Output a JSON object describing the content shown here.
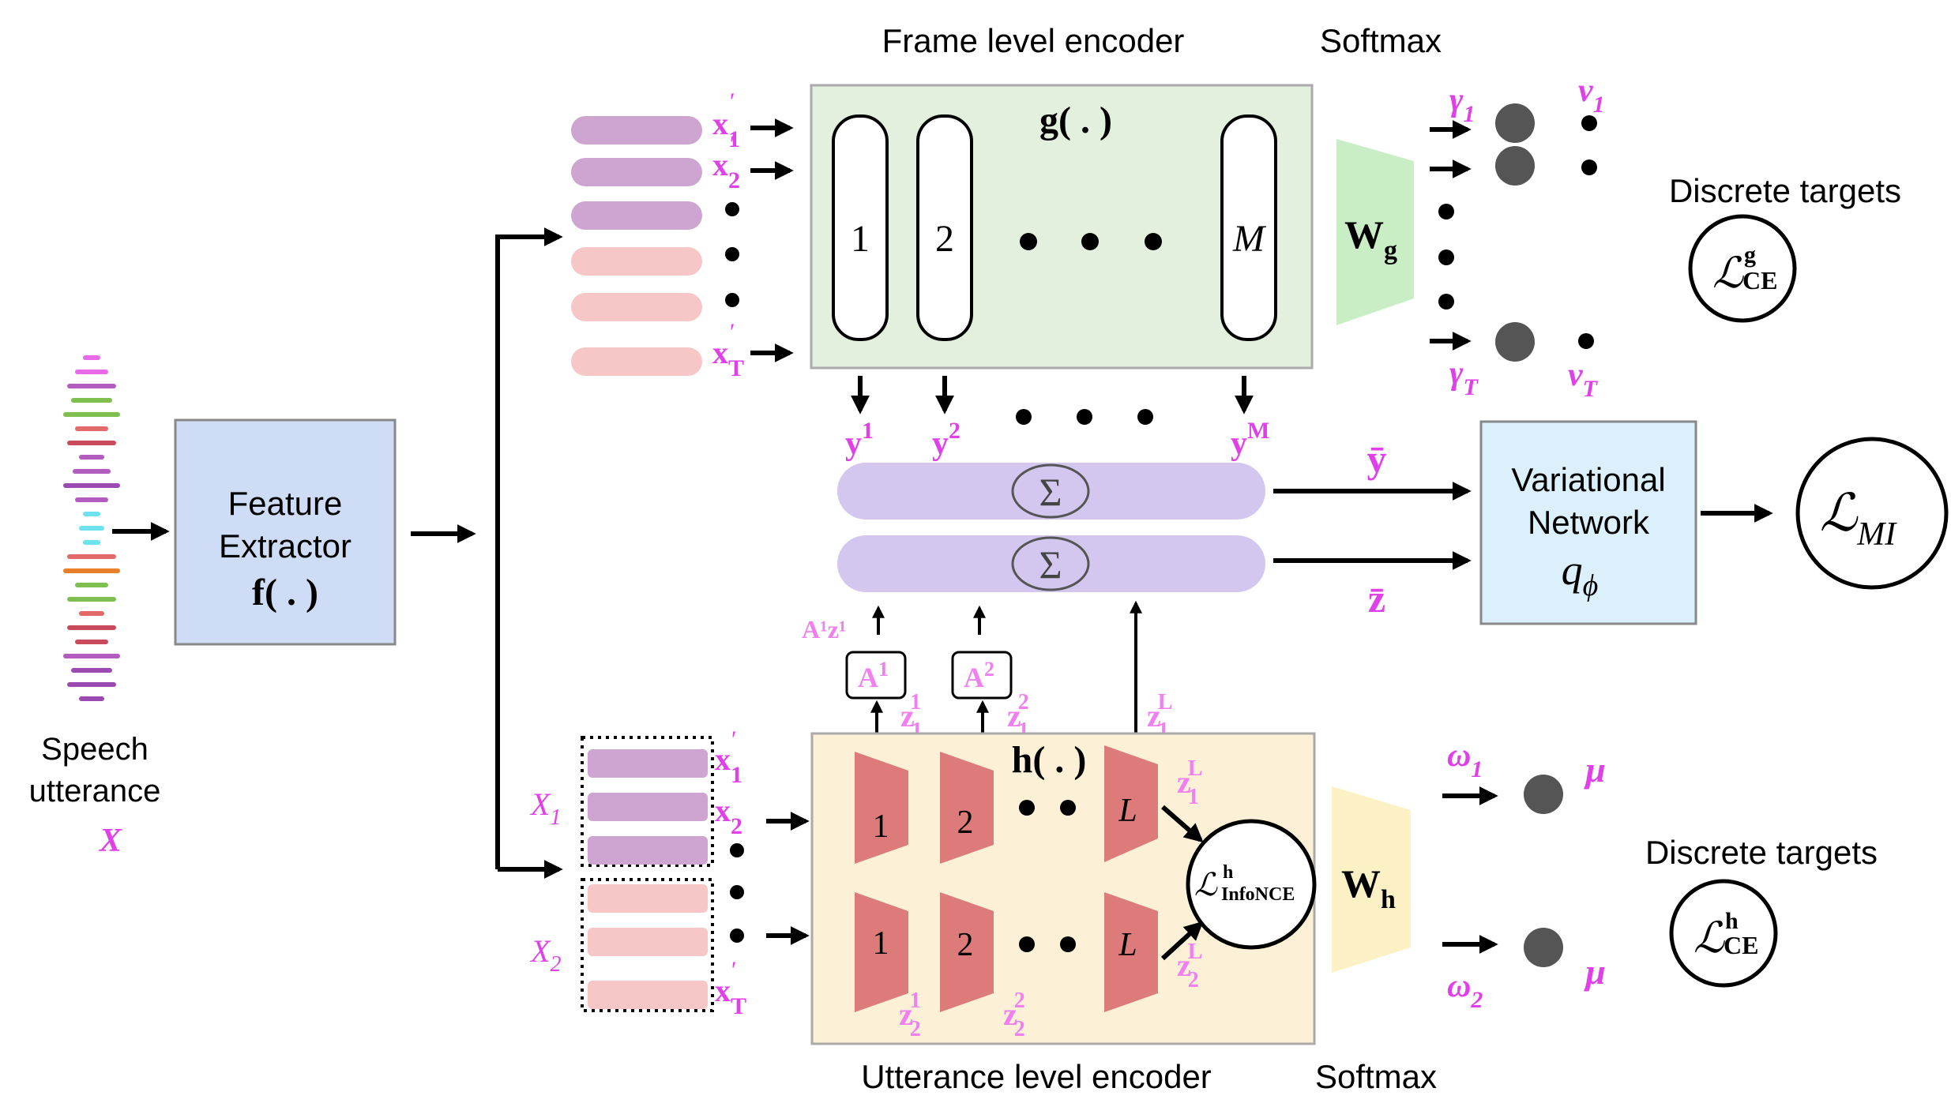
{
  "colors": {
    "magenta": "#e040e8",
    "light_magenta": "#f07ff0",
    "feature_box": "#cfdcf5",
    "frame_box": "#e3f0dd",
    "utterance_box": "#fcf1d7",
    "variational_box": "#dcf0fb",
    "sum_bar": "#d4c7ef",
    "purple_feature": "#cea5d1",
    "pink_feature": "#f7c7c7",
    "trapezoid": "#dd7b7b",
    "softmax_g": "#c9eec6",
    "softmax_h": "#fbf1c5",
    "node": "#555555"
  },
  "speech": {
    "title_line1": "Speech",
    "title_line2": "utterance",
    "symbol": "X"
  },
  "feature_extractor": {
    "line1": "Feature",
    "line2": "Extractor",
    "func": "f( . )"
  },
  "frame_encoder": {
    "title": "Frame level encoder",
    "func": "g( . )",
    "layers": [
      "1",
      "2",
      "M"
    ]
  },
  "utterance_encoder": {
    "title": "Utterance level encoder",
    "func": "h( . )",
    "layers": [
      "1",
      "2",
      "L"
    ]
  },
  "softmax": {
    "top": "Softmax",
    "bottom": "Softmax"
  },
  "weights": {
    "g_main": "W",
    "g_sub": "g",
    "h_main": "W",
    "h_sub": "h"
  },
  "inputs_top": {
    "x1": "x",
    "x1_sub": "1",
    "x2": "x",
    "x2_sub": "2",
    "xT": "x",
    "xT_sub": "T",
    "prime": "′"
  },
  "inputs_bottom": {
    "X1": "X",
    "X1_sub": "1",
    "X2": "X",
    "X2_sub": "2"
  },
  "outputs_y": {
    "y1": "y",
    "y1_sup": "1",
    "y2": "y",
    "y2_sup": "2",
    "yM": "y",
    "yM_sup": "M"
  },
  "sum": {
    "symbol": "Σ"
  },
  "ybar": "ȳ",
  "zbar": "z̄",
  "attention": {
    "A1": "A",
    "A1_sup": "1",
    "A2": "A",
    "A2_sup": "2",
    "A1z1": "A¹z¹"
  },
  "z_labels": {
    "z": "z"
  },
  "variational": {
    "line1": "Variational",
    "line2": "Network",
    "symbol": "q",
    "symbol_sub": "ϕ"
  },
  "mi_loss": {
    "script": "ℒ",
    "sub": "MI"
  },
  "discrete_targets": {
    "top": "Discrete targets",
    "bottom": "Discrete targets"
  },
  "ce_loss": {
    "script": "ℒ",
    "g_sup": "g",
    "h_sup": "h",
    "sub": "CE"
  },
  "infonce": {
    "script": "ℒ",
    "sup": "h",
    "sub": "InfoNCE"
  },
  "gamma": {
    "g1": "γ",
    "g1_sub": "1",
    "gT": "γ",
    "gT_sub": "T"
  },
  "nu": {
    "n1": "ν",
    "n1_sub": "1",
    "nT": "ν",
    "nT_sub": "T"
  },
  "omega": {
    "w1": "ω",
    "w1_sub": "1",
    "w2": "ω",
    "w2_sub": "2"
  },
  "mu": {
    "m1": "μ",
    "m2": "μ"
  }
}
